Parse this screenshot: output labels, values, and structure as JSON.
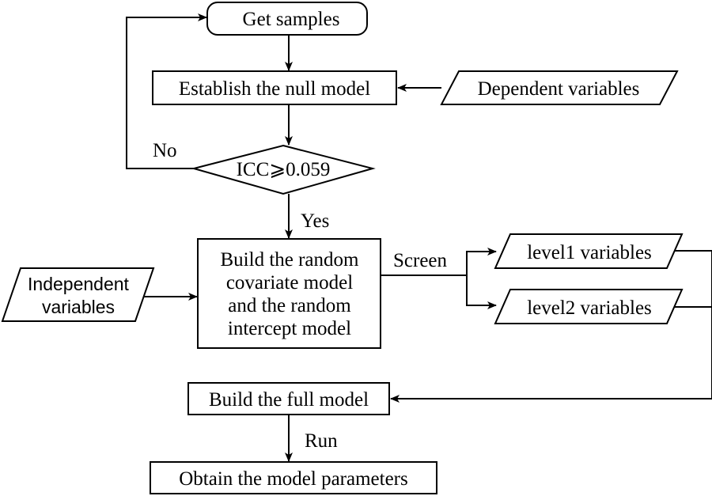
{
  "nodes": {
    "get_samples": "Get samples",
    "null_model": "Establish the null model",
    "dependent_vars": "Dependent variables",
    "icc_decision": "ICC⩾0.059",
    "random_model": [
      "Build the random",
      "covariate model",
      "and the random",
      "intercept model"
    ],
    "independent_vars": [
      "Independent",
      "variables"
    ],
    "level1_vars": "level1 variables",
    "level2_vars": "level2 variables",
    "full_model": "Build the full model",
    "model_params": "Obtain the model parameters"
  },
  "edges": {
    "no_label": "No",
    "yes_label": "Yes",
    "screen_label": "Screen",
    "run_label": "Run"
  }
}
